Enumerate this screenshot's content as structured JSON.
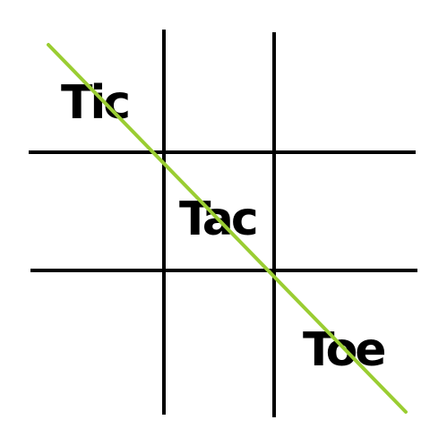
{
  "board": {
    "cells": [
      [
        "Tic",
        "",
        ""
      ],
      [
        "",
        "Tac",
        ""
      ],
      [
        "",
        "",
        "Toe"
      ]
    ],
    "winning_line": "diagonal-top-left-to-bottom-right",
    "colors": {
      "grid": "#000000",
      "text": "#000000",
      "win_line": "#9ACD32",
      "background": "#ffffff"
    }
  }
}
